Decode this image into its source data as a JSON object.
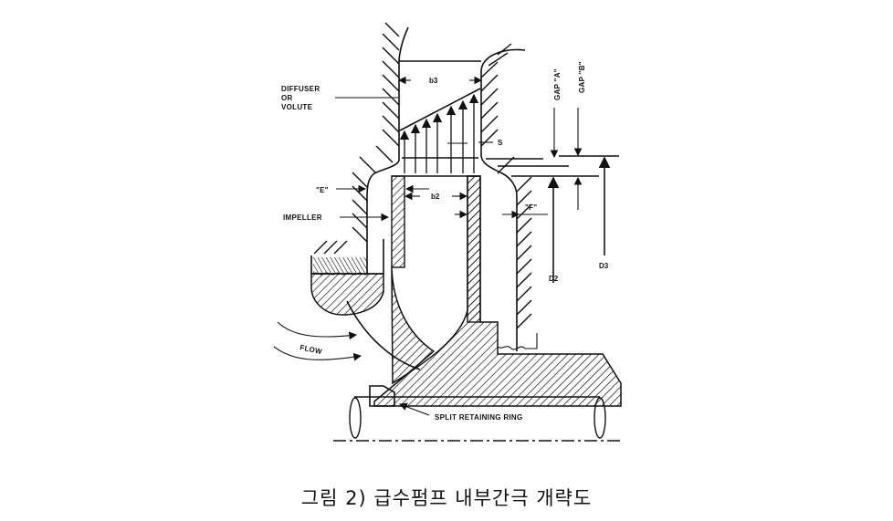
{
  "figure": {
    "caption": "그림 2) 급수펌프 내부간극 개략도",
    "labels": {
      "diffuser": [
        "DIFFUSER",
        "OR",
        "VOLUTE"
      ],
      "impeller": "IMPELLER",
      "gap_e": "\"E\"",
      "gap_f": "\"F\"",
      "b3": "b3",
      "b2": "b2",
      "s": "S",
      "gap_a": "GAP \"A\"",
      "gap_b": "GAP \"B\"",
      "d2": "D2",
      "d3": "D3",
      "flow": "FLOW",
      "split_ring": "SPLIT RETAINING RING"
    }
  }
}
